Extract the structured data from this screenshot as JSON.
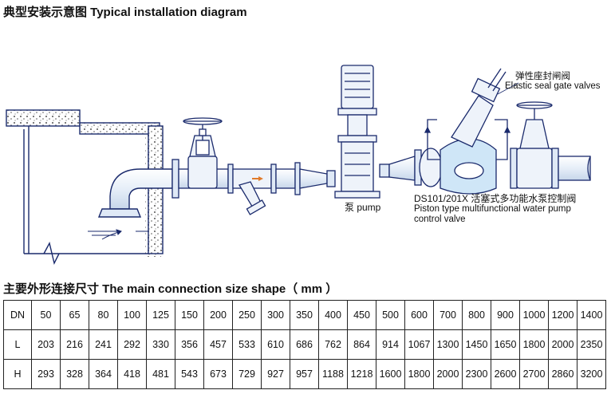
{
  "diagram_title": "典型安装示意图 Typical installation diagram",
  "labels": {
    "gate_valve_cn": "弹性座封闸阀",
    "gate_valve_en": "Elastic seal gate valves",
    "pump": "泵 pump",
    "control_valve_cn": "DS101/201X 活塞式多功能水泵控制阀",
    "control_valve_en_1": "Piston type multifunctional water pump",
    "control_valve_en_2": "control valve"
  },
  "table_title": "主要外形连接尺寸 The main connection size shape（ mm ）",
  "table": {
    "rows": [
      {
        "header": "DN",
        "values": [
          "50",
          "65",
          "80",
          "100",
          "125",
          "150",
          "200",
          "250",
          "300",
          "350",
          "400",
          "450",
          "500",
          "600",
          "700",
          "800",
          "900",
          "1000",
          "1200",
          "1400"
        ]
      },
      {
        "header": "L",
        "values": [
          "203",
          "216",
          "241",
          "292",
          "330",
          "356",
          "457",
          "533",
          "610",
          "686",
          "762",
          "864",
          "914",
          "1067",
          "1300",
          "1450",
          "1650",
          "1800",
          "2000",
          "2350"
        ]
      },
      {
        "header": "H",
        "values": [
          "293",
          "328",
          "364",
          "418",
          "481",
          "543",
          "673",
          "729",
          "927",
          "957",
          "1188",
          "1218",
          "1600",
          "1800",
          "2000",
          "2300",
          "2600",
          "2700",
          "2860",
          "3200"
        ]
      }
    ]
  },
  "colors": {
    "outline": "#1a2a6c",
    "valve_fill": "#cfe6f7",
    "arrow": "#e07a2a",
    "tank_border": "#1a2a6c"
  }
}
